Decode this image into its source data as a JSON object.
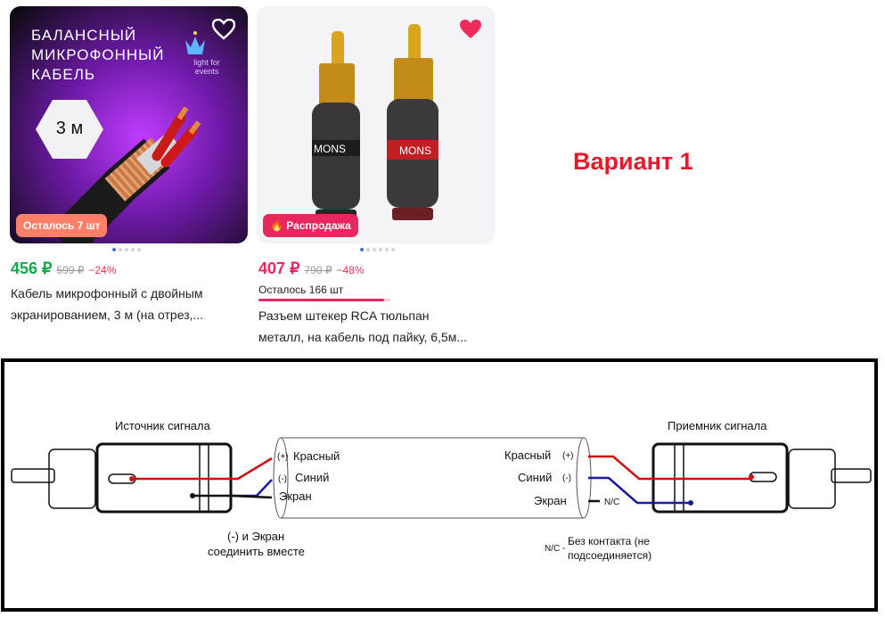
{
  "products": [
    {
      "image_title": "БАЛАНСНЫЙ МИКРОФОННЫЙ КАБЕЛЬ",
      "brand_logo": "light for events",
      "length_badge": "3 м",
      "badge": "Осталось 7 шт",
      "favorite": false,
      "price": "456 ₽",
      "old_price": "599 ₽",
      "discount": "−24%",
      "name_line1": "Кабель микрофонный с двойным",
      "name_line2": "экранированием, 3 м (на отрез,...",
      "colors": {
        "price": "#12a84a",
        "badge": "#ff7f69"
      }
    },
    {
      "badge": "Распродажа",
      "badge_icon": "fire-icon",
      "favorite": true,
      "plug_brand": "MONS",
      "price": "407 ₽",
      "old_price": "790 ₽",
      "discount": "−48%",
      "stock_text": "Осталось 166 шт",
      "stock_level": 0.95,
      "name_line1": "Разъем штекер RCA тюльпан",
      "name_line2": "металл, на кабель под пайку, 6,5м...",
      "colors": {
        "price": "#e8275f",
        "badge": "#e8275f"
      }
    }
  ],
  "variant_label": "Вариант 1",
  "diagram": {
    "source_label": "Источник сигнала",
    "receiver_label": "Приемник сигнала",
    "left_plus": "(+)",
    "left_red": "Красный",
    "left_minus": "(-)",
    "left_blue": "Синий",
    "left_shield": "Экран",
    "right_red": "Красный",
    "right_plus": "(+)",
    "right_blue": "Синий",
    "right_minus": "(-)",
    "right_shield": "Экран",
    "nc_mark": "N/C",
    "join_note_line1": "(-) и Экран",
    "join_note_line2": "соединить вместе",
    "nc_legend_mark": "N/C -",
    "nc_note_line1": "Без контакта (не",
    "nc_note_line2": "подсоединяется)",
    "colors": {
      "red_wire": "#cc1010",
      "blue_wire": "#1a1aa0"
    }
  },
  "colors": {
    "variant": "#e8192c",
    "dot_active": "#3b6fe0"
  }
}
